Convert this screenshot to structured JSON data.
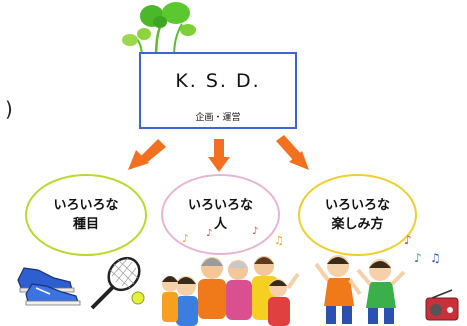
{
  "center": {
    "title": "K. S. D.",
    "subtitle": "企画・運営"
  },
  "side_mark": ")",
  "branches": [
    {
      "line1": "いろいろな",
      "line2": "種目"
    },
    {
      "line1": "いろいろな",
      "line2": "人"
    },
    {
      "line1": "いろいろな",
      "line2": "楽しみ方"
    }
  ],
  "colors": {
    "box_border": "#3d63d6",
    "arrow": "#f2701e",
    "oval_green": "#b7da2e",
    "oval_pink": "#e9b4d2",
    "oval_yellow": "#f0cf2d",
    "sprout": "#5cbf2a"
  },
  "icons": [
    "sprout-icon",
    "sneakers-icon",
    "tennis-racket-icon",
    "people-group-illustration",
    "children-exercising-illustration",
    "music-note-icon",
    "radio-icon"
  ]
}
